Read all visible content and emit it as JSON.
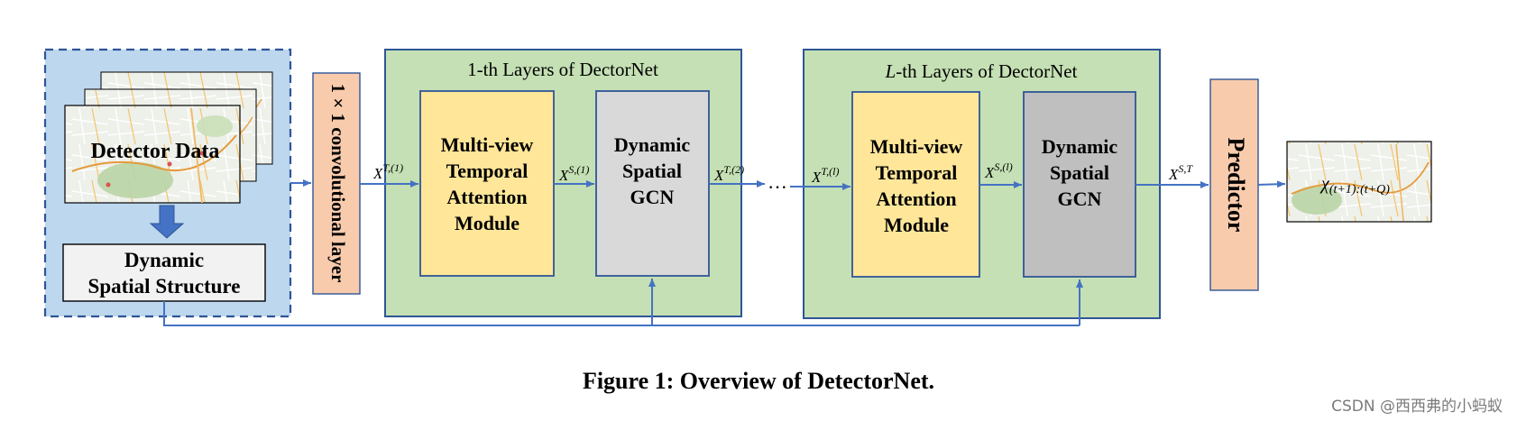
{
  "input_panel": {
    "stack_label": "Detector Data",
    "structure_label_line1": "Dynamic",
    "structure_label_line2": "Spatial Structure"
  },
  "conv_layer": {
    "label": "1 × 1 convolutional layer"
  },
  "layer_first": {
    "title": "1-th Layers of DectorNet",
    "attention_lines": [
      "Multi-view",
      "Temporal",
      "Attention",
      "Module"
    ],
    "gcn_lines": [
      "Dynamic",
      "Spatial",
      "GCN"
    ]
  },
  "layer_last": {
    "title_symbol": "L",
    "title_rest": "-th Layers of DectorNet",
    "attention_lines": [
      "Multi-view",
      "Temporal",
      "Attention",
      "Module"
    ],
    "gcn_lines": [
      "Dynamic",
      "Spatial",
      "GCN"
    ]
  },
  "ellipsis": "···",
  "predictor": {
    "label": "Predictor"
  },
  "arrow_labels": {
    "xt1": {
      "base": "X",
      "sup": "T,(1)"
    },
    "xs1": {
      "base": "X",
      "sup": "S,(1)"
    },
    "xt2": {
      "base": "X",
      "sup": "T,(2)"
    },
    "xtl": {
      "base": "X",
      "sup": "T,(l)"
    },
    "xsl": {
      "base": "X",
      "sup": "S,(l)"
    },
    "xst": {
      "base": "X",
      "sup": "S,T"
    }
  },
  "output": {
    "base": "χ",
    "sub": "(t+1):(t+Q)"
  },
  "caption": "Figure 1: Overview of DetectorNet.",
  "watermark": "CSDN @西西弗的小蚂蚁",
  "colors": {
    "input_panel": "#bdd7ee",
    "panel_border": "#2f5597",
    "layer_green": "#c5e0b4",
    "attention_yellow": "#ffe699",
    "gcn_gray_light": "#d9d9d9",
    "gcn_gray_dark": "#bfbfbf",
    "orange": "#f8cbad",
    "arrow_blue": "#4472c4"
  }
}
